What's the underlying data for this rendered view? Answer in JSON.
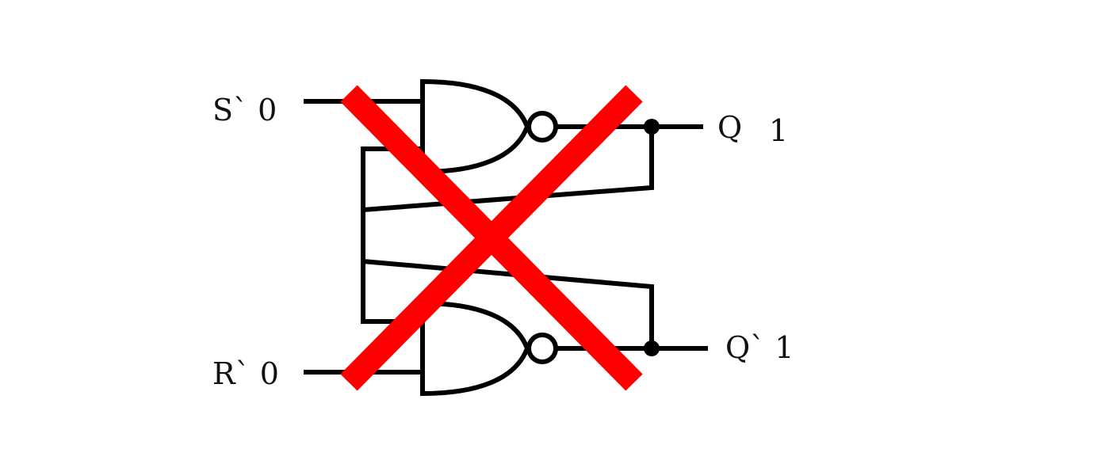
{
  "labels": {
    "s_input": "S` 0",
    "r_input": "R` 0",
    "q_output_name": "Q",
    "q_output_value": "1",
    "qbar_output": "Q` 1"
  },
  "colors": {
    "line": "#000000",
    "cross": "#ff0000",
    "background": "#ffffff"
  },
  "icons": {
    "overlay": "cross-out-x-icon"
  }
}
